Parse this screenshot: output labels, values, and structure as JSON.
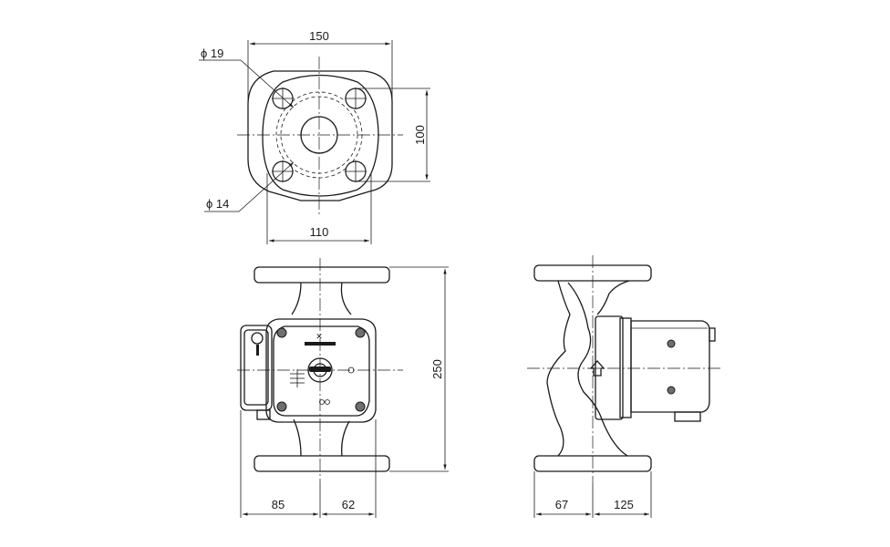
{
  "dimensions": {
    "top_width": "150",
    "hole_large": "ϕ 19",
    "hole_small": "ϕ 14",
    "bolt_vertical": "100",
    "bolt_horizontal": "110",
    "height": "250",
    "left_offset": "85",
    "right_offset": "62",
    "side_left": "67",
    "side_right": "125"
  }
}
